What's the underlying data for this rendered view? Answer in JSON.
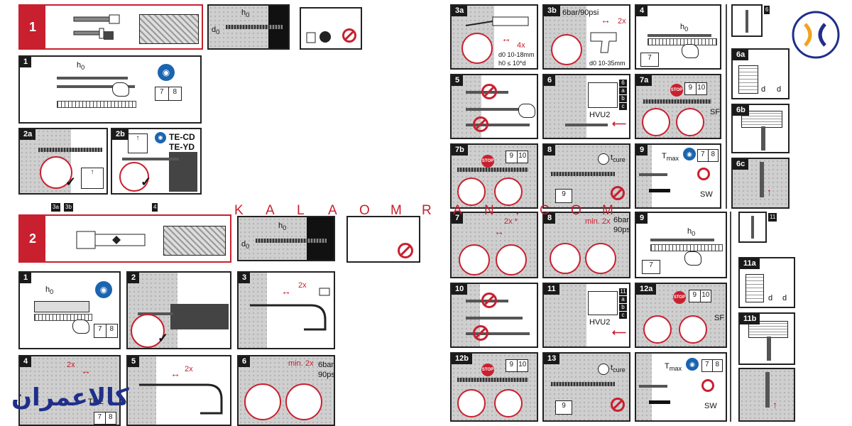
{
  "sections": {
    "s1": "1",
    "s2": "2"
  },
  "steps": {
    "p1": "1",
    "p2a": "2a",
    "p2b": "2b",
    "ref3a": "3a",
    "ref3b": "3b",
    "ref4": "4",
    "r3a": "3a",
    "r3b": "3b",
    "r4": "4",
    "r5": "5",
    "r6": "6",
    "r7a": "7a",
    "r7b": "7b",
    "r8": "8",
    "r9": "9",
    "side6": "6",
    "side6a": "6a",
    "side6b": "6b",
    "side6c": "6c",
    "b1": "1",
    "b2": "2",
    "b3": "3",
    "b4": "4",
    "b5": "5",
    "b6": "6",
    "q7": "7",
    "q8": "8",
    "q9": "9",
    "q10": "10",
    "q11": "11",
    "q12a": "12a",
    "q12b": "12b",
    "q13": "13",
    "side11": "11",
    "side11a": "11a",
    "side11b": "11b"
  },
  "labels": {
    "h0": "h",
    "h0_sub": "0",
    "d0": "d",
    "d0_sub": "0",
    "tecd": "TE-CD",
    "teyd": "TE-YD",
    "x4": "4x",
    "x2": "2x",
    "x2star": "2x *",
    "bar6_90psi": "6bar/90psi",
    "d0_10_18": "d0 10-18mm",
    "h0_le": "h0 ≤ 10*d",
    "d0_10_35": "d0 10-35mm",
    "hvu2": "HVU2",
    "sf": "SF",
    "tcure": "t",
    "tcure_sub": "cure",
    "tmax": "T",
    "tmax_sub": "max",
    "sw": "SW",
    "min2x": "min. 2x",
    "bar6": "6bar/",
    "psi90": "90psi",
    "d_letter": "d",
    "stop": "STOP",
    "book7": "7",
    "book8": "8",
    "book9": "9",
    "book10": "10",
    "hvu_a": "a",
    "hvu_b": "b",
    "hvu_c": "c",
    "tre": "TRE"
  },
  "watermark": {
    "letters": [
      "K",
      "A",
      "L",
      "A",
      "O",
      "M",
      "R",
      "A",
      "N",
      ".",
      "C",
      "O",
      "M"
    ],
    "brand_fa": "کالاعمران"
  },
  "colors": {
    "accent_red": "#c8202f",
    "info_blue": "#1b64b0",
    "brand_orange": "#f2a21b",
    "brand_navy": "#1f2f8a"
  },
  "icons": [
    "drill-icon",
    "chisel-icon",
    "masonry-icon",
    "manual-book-icon",
    "blow-pump-icon",
    "brush-icon",
    "dispenser-icon",
    "timer-icon",
    "torque-wrench-icon",
    "stop-sign-icon",
    "prohibited-icon",
    "faucet-icon",
    "diamond-core-bit-icon",
    "company-logo-icon"
  ]
}
